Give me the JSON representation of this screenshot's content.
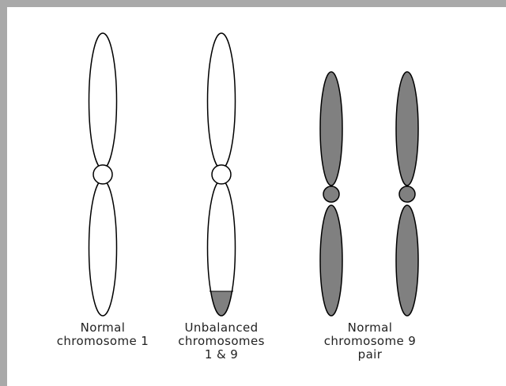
{
  "colors": {
    "frame": "#a9a9a9",
    "outline": "#000000",
    "unfilled": "#ffffff",
    "chromosome9_fill": "#808080"
  },
  "labels": {
    "normal_chromosome_1": [
      "Normal",
      "chromosome 1"
    ],
    "unbalanced_chromosomes": [
      "Unbalanced",
      "chromosomes",
      "1 & 9"
    ],
    "normal_chromosome_9_pair": [
      "Normal",
      "chromosome 9",
      "pair"
    ]
  },
  "chromosomes": [
    {
      "id": "chromosome-1-normal",
      "fill": "unfilled",
      "bottom_tip_fill": "none"
    },
    {
      "id": "chromosome-1-unbalanced",
      "fill": "unfilled",
      "bottom_tip_fill": "chromosome9_fill"
    },
    {
      "id": "chromosome-9-left",
      "fill": "chromosome9_fill",
      "bottom_tip_fill": "none"
    },
    {
      "id": "chromosome-9-right",
      "fill": "chromosome9_fill",
      "bottom_tip_fill": "none"
    }
  ]
}
